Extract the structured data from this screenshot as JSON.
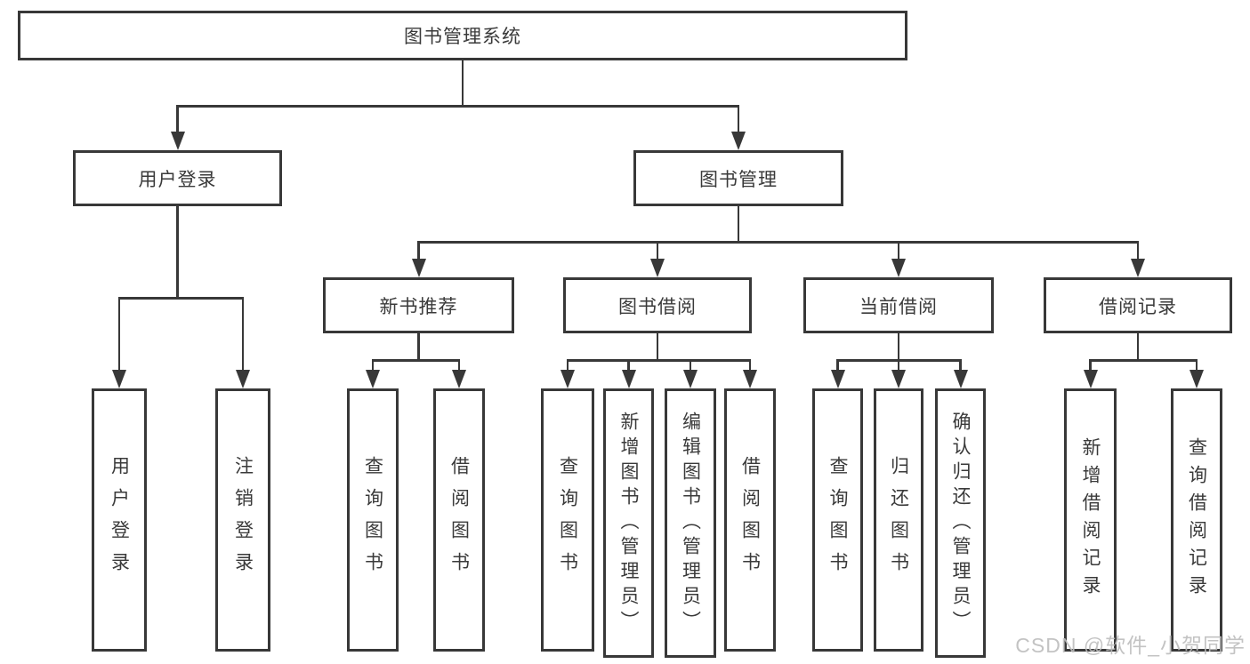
{
  "nodes": {
    "root": "图书管理系统",
    "user_login": "用户登录",
    "book_management": "图书管理",
    "new_book_recommendation": "新书推荐",
    "book_borrowing": "图书借阅",
    "current_borrowing": "当前借阅",
    "borrowing_records": "借阅记录",
    "leaf_user_login": "用户登录",
    "leaf_logout": "注销登录",
    "leaf_query_books_recommend": "查询图书",
    "leaf_borrow_books_recommend": "借阅图书",
    "leaf_query_books_borrow": "查询图书",
    "leaf_add_books_admin": "新增图书（管理员）",
    "leaf_edit_books_admin": "编辑图书（管理员）",
    "leaf_borrow_books_borrow": "借阅图书",
    "leaf_query_books_current": "查询图书",
    "leaf_return_books": "归还图书",
    "leaf_confirm_return_admin": "确认归还（管理员）",
    "leaf_add_borrow_record": "新增借阅记录",
    "leaf_query_borrow_record": "查询借阅记录"
  },
  "watermark": "CSDN @软件_小贺同学",
  "colors": {
    "line": "#383838",
    "text": "#3a3a3a",
    "background": "#ffffff",
    "watermark": "#bdbdbd"
  }
}
